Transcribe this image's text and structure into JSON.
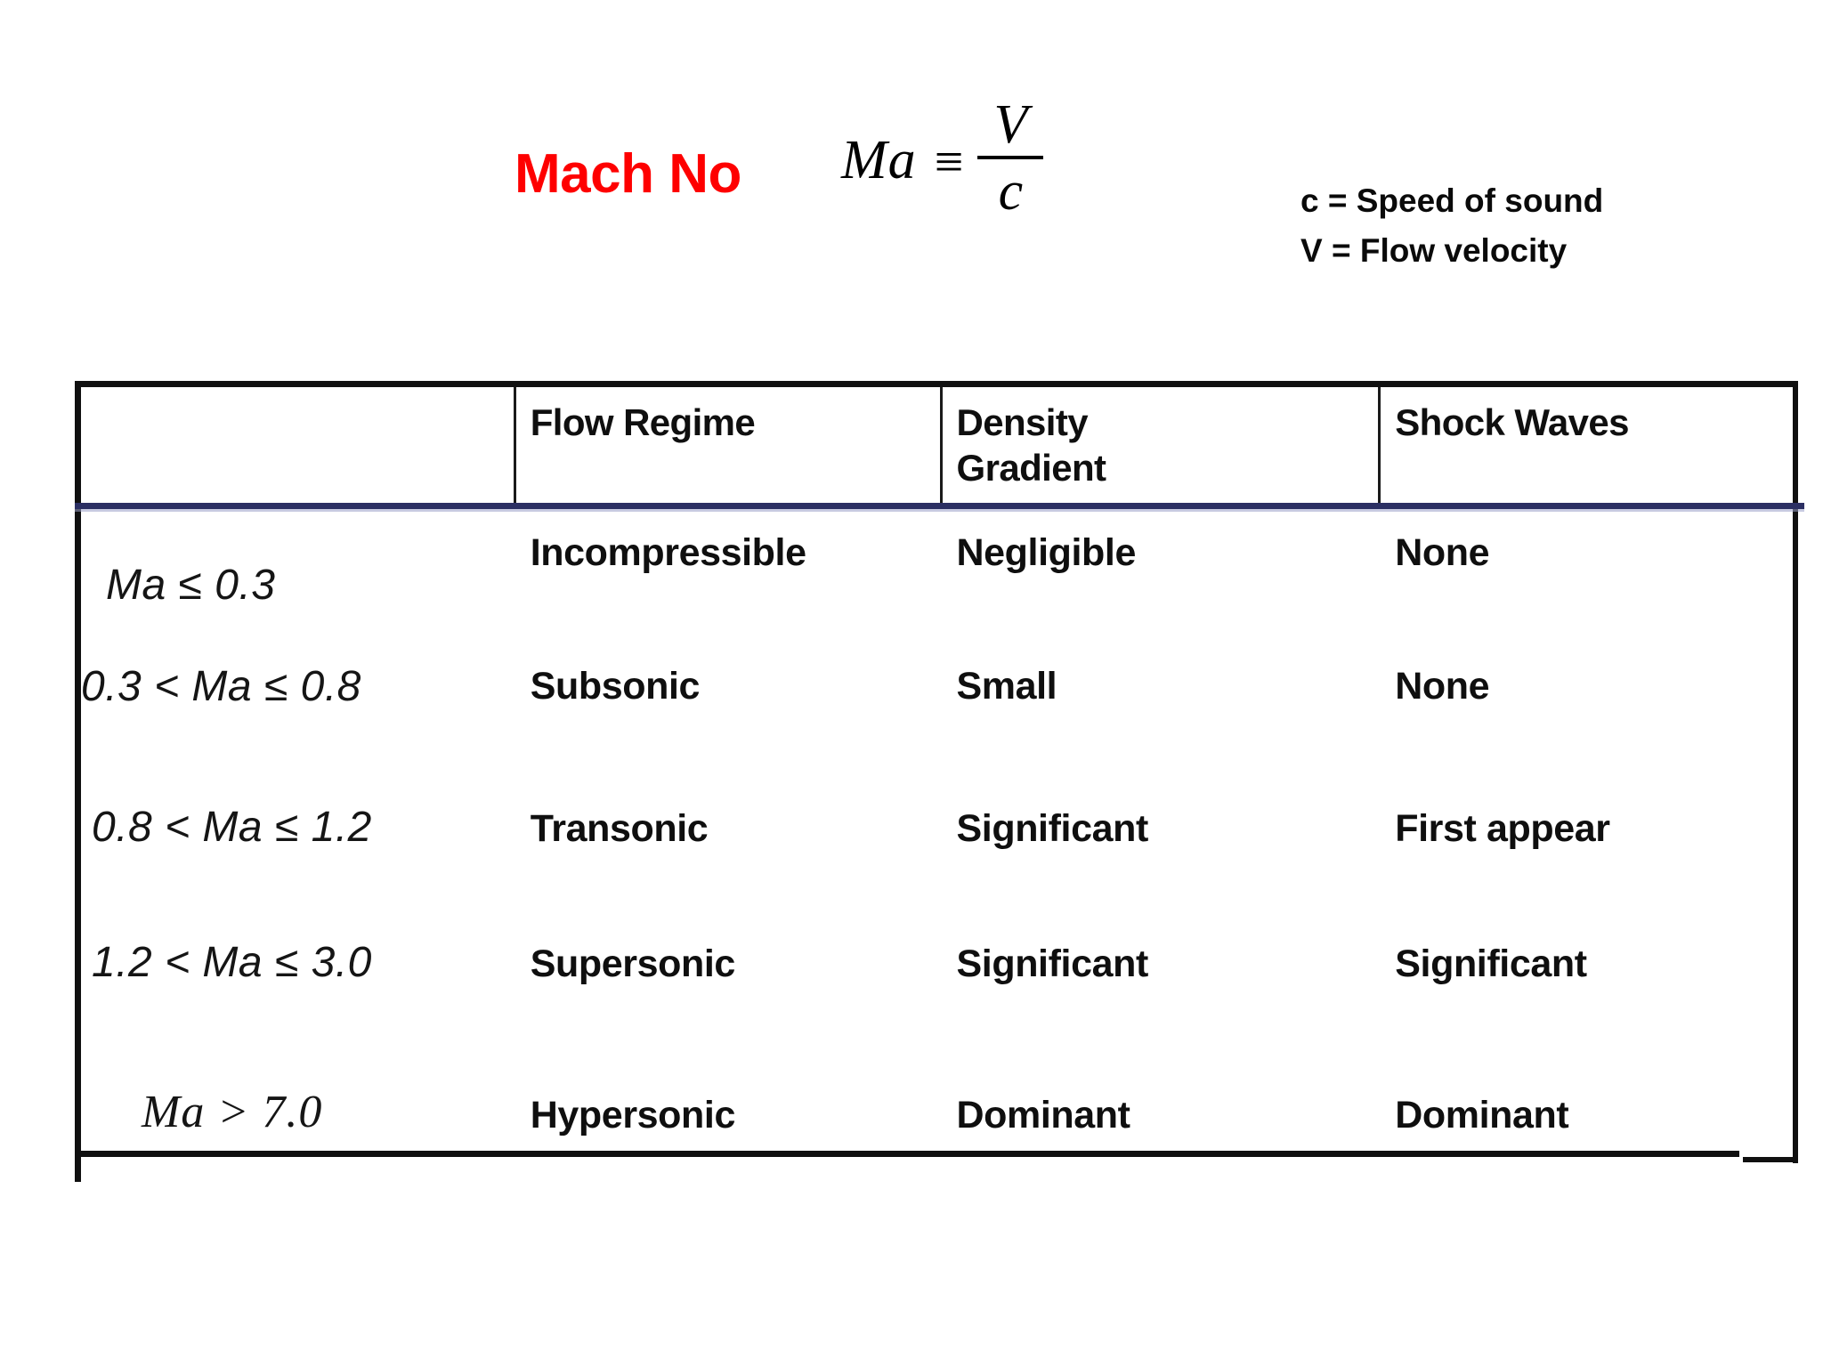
{
  "heading": {
    "title": "Mach No",
    "title_color": "#fe0000",
    "formula": {
      "symbol": "Ma",
      "relation": "≡",
      "numerator": "V",
      "denominator": "c",
      "plain": "Ma ≡ V/c"
    },
    "legend": [
      "c = Speed of sound",
      "V = Flow velocity"
    ]
  },
  "table": {
    "header_rule_color": "#2b2f63",
    "columns": [
      "",
      "Flow Regime",
      "Density Gradient",
      "Shock Waves"
    ],
    "columns_display": [
      "",
      "Flow Regime",
      [
        "Density",
        "Gradient"
      ],
      "Shock Waves"
    ],
    "rows": [
      {
        "range": "Ma ≤ 0.3",
        "flow_regime": "Incompressible",
        "density_gradient": "Negligible",
        "shock_waves": "None"
      },
      {
        "range": "0.3 < Ma ≤ 0.8",
        "flow_regime": "Subsonic",
        "density_gradient": "Small",
        "shock_waves": "None"
      },
      {
        "range": "0.8 < Ma ≤ 1.2",
        "flow_regime": "Transonic",
        "density_gradient": "Significant",
        "shock_waves": "First appear"
      },
      {
        "range": "1.2 < Ma ≤ 3.0",
        "flow_regime": "Supersonic",
        "density_gradient": "Significant",
        "shock_waves": "Significant"
      },
      {
        "range": "Ma > 7.0",
        "flow_regime": "Hypersonic",
        "density_gradient": "Dominant",
        "shock_waves": "Dominant"
      }
    ]
  }
}
